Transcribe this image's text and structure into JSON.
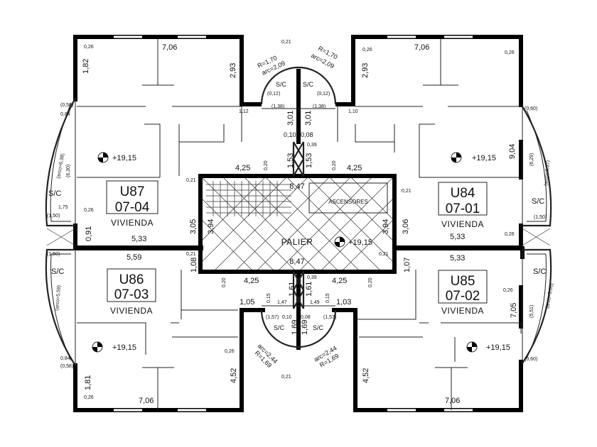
{
  "title": "Floor plan - level +19,15",
  "units": [
    {
      "code": "U87",
      "ref": "07-04",
      "use": "VIVIENDA",
      "level": "+19,15"
    },
    {
      "code": "U84",
      "ref": "07-01",
      "use": "VIVIENDA",
      "level": "+19,15"
    },
    {
      "code": "U86",
      "ref": "07-03",
      "use": "VIVIENDA",
      "level": "+19,15"
    },
    {
      "code": "U85",
      "ref": "07-02",
      "use": "VIVIENDA",
      "level": "+19,15"
    }
  ],
  "core": {
    "palier": "PALIER",
    "elevators": "ASCENSORES",
    "level": "+19,15",
    "width_top": "8,47",
    "width_bottom": "8,47"
  },
  "sc": "S/C",
  "dims": [
    "7,06",
    "1,82",
    "2,93",
    "1,12",
    "0,84",
    "(0,58)",
    "(arco=6,38)",
    "(6,30)",
    "1,75",
    "(1,50)",
    "0,91",
    "5,33",
    "3,05",
    "3,94",
    "4,25",
    "3,01",
    "3,01",
    "0,10",
    "0,08",
    "1,53",
    "1,53",
    "R=1,70",
    "arc=2,09",
    "R=1,70",
    "arc=2,09",
    "0,21",
    "7,06",
    "2,93",
    "1,10",
    "(0,60)",
    "9,04",
    "(6,29)",
    "(arco=6,37)",
    "(1,50)",
    "5,33",
    "3,06",
    "3,94",
    "4,25",
    "(1,50)",
    "5,59",
    "1,08",
    "(arco=5,59)",
    "4,25",
    "1,61",
    "1,61",
    "1,05",
    "0,84",
    "(0,58)",
    "1,81",
    "4,52",
    "7,06",
    "1,69",
    "arc=2,44",
    "R=1,69",
    "0,21",
    "5,33",
    "1,07",
    "4,25",
    "1,03",
    "(arco=5,60)",
    "7,05",
    "(5,51)",
    "(0,60)",
    "4,52",
    "7,06",
    "1,69",
    "arc=2,44",
    "R=1,69",
    "0,26",
    "0,26",
    "0,26",
    "0,26",
    "0,26",
    "0,26",
    "0,26",
    "0,26",
    "0,21",
    "0,21",
    "0,21",
    "0,21",
    "0,20",
    "0,20",
    "0,20",
    "0,20",
    "0,15",
    "0,15",
    "1,47",
    "1,49",
    "(1,57)",
    "(1,57)",
    "0,10",
    "0,08",
    "(0,12)",
    "(0,12)",
    "(1,38)",
    "(1,38)",
    "0,39",
    "0,39"
  ]
}
